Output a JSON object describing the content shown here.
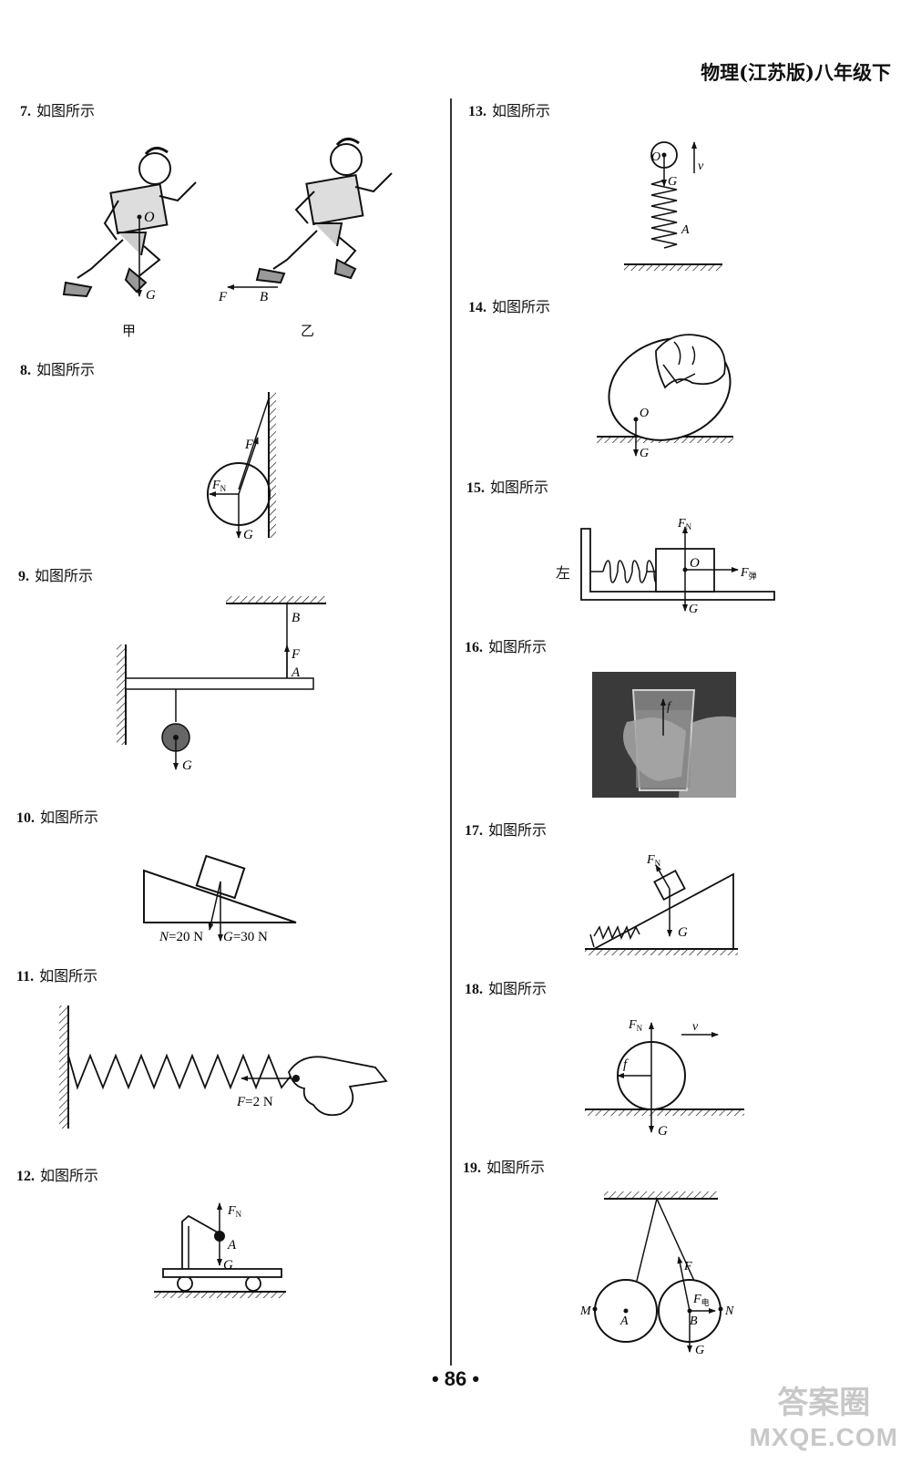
{
  "header": {
    "title": "物理(江苏版)八年级下"
  },
  "answer_text": "如图所示",
  "questions": [
    {
      "num": "7."
    },
    {
      "num": "8."
    },
    {
      "num": "9."
    },
    {
      "num": "10."
    },
    {
      "num": "11."
    },
    {
      "num": "12."
    },
    {
      "num": "13."
    },
    {
      "num": "14."
    },
    {
      "num": "15."
    },
    {
      "num": "16."
    },
    {
      "num": "17."
    },
    {
      "num": "18."
    },
    {
      "num": "19."
    }
  ],
  "q7": {
    "caption_left": "甲",
    "caption_right": "乙",
    "label_O": "O",
    "label_G": "G",
    "label_F": "F",
    "label_B": "B"
  },
  "q8": {
    "label_F": "F",
    "label_FN": "F",
    "sub_N": "N",
    "label_G": "G"
  },
  "q9": {
    "label_B": "B",
    "label_F": "F",
    "label_A": "A",
    "label_G": "G"
  },
  "q10": {
    "label_N": "N",
    "label_N_value": "=20 N",
    "label_G": "G",
    "label_G_value": "=30 N"
  },
  "q11": {
    "label_F": "F",
    "label_F_value": "=2 N"
  },
  "q12": {
    "label_FN": "F",
    "sub_N": "N",
    "label_A": "A",
    "label_G": "G"
  },
  "q13": {
    "label_O": "O",
    "label_G": "G",
    "label_A": "A",
    "label_v": "v"
  },
  "q14": {
    "label_O": "O",
    "label_G": "G"
  },
  "q15": {
    "label_left": "左",
    "label_FN": "F",
    "sub_N": "N",
    "label_O": "O",
    "label_F": "F",
    "sub_spring": "弹",
    "label_G": "G"
  },
  "q16": {
    "label_f": "f"
  },
  "q17": {
    "label_FN": "F",
    "sub_N": "N",
    "label_G": "G"
  },
  "q18": {
    "label_FN": "F",
    "sub_N": "N",
    "label_v": "v",
    "label_f": "f",
    "label_G": "G"
  },
  "q19": {
    "label_F": "F",
    "label_Fe": "F",
    "sub_e": "电",
    "label_M": "M",
    "label_A": "A",
    "label_B": "B",
    "label_N": "N",
    "label_G": "G"
  },
  "page_number": "• 86 •",
  "watermark": {
    "line1": "答案圈",
    "line2": "MXQE.COM"
  }
}
